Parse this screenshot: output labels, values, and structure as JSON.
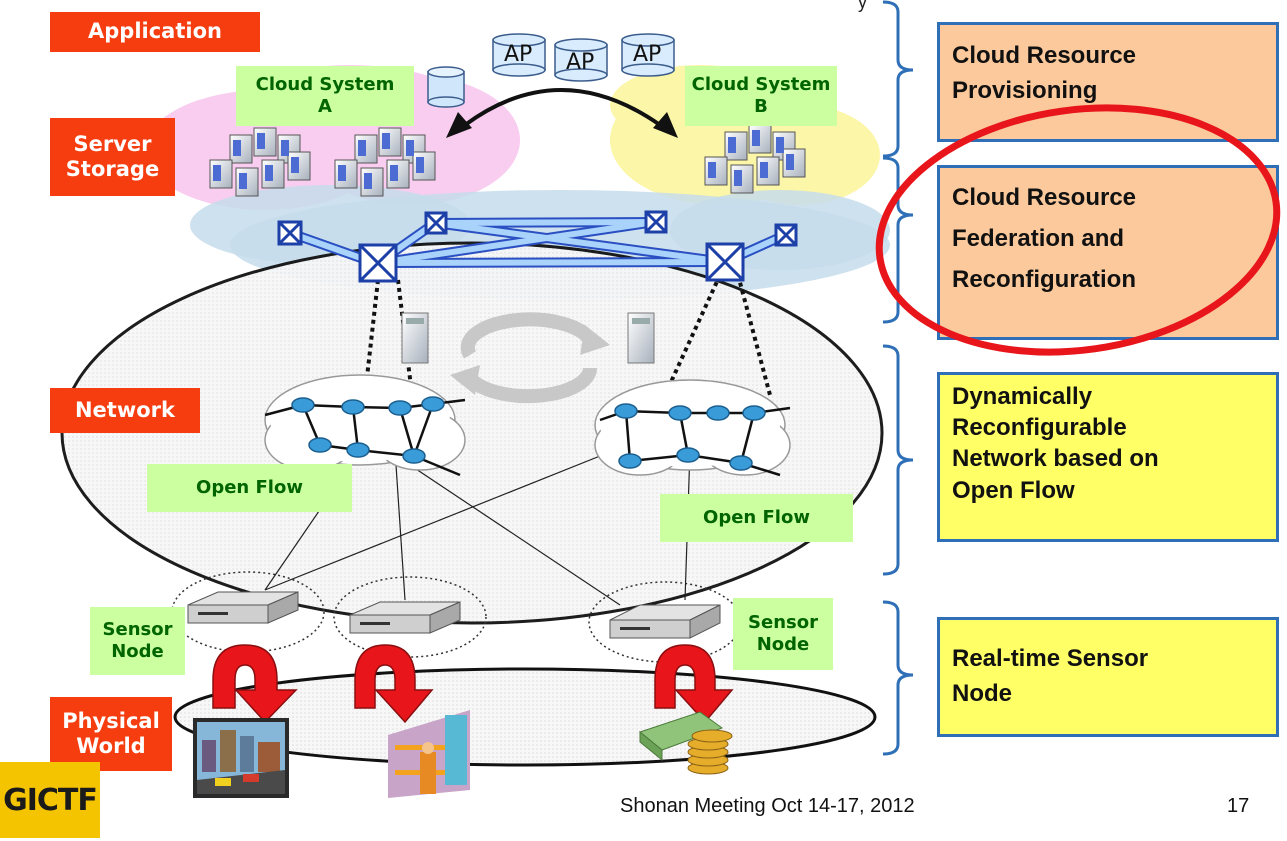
{
  "layers": {
    "application": "Application",
    "server_storage": "Server\nStorage",
    "network": "Network",
    "physical_world": "Physical\nWorld"
  },
  "clouds": {
    "a_label": "Cloud System\nA",
    "b_label": "Cloud System\nB"
  },
  "ap_labels": [
    "AP",
    "AP",
    "AP"
  ],
  "openflow": {
    "left": "Open Flow",
    "right": "Open Flow"
  },
  "sensor": {
    "left": "Sensor\nNode",
    "right": "Sensor\nNode"
  },
  "side_boxes": {
    "provisioning": "Cloud Resource\nProvisioning",
    "federation": "Cloud Resource\nFederation and\nReconfiguration",
    "network": "Dynamically\nReconfigurable\nNetwork based on\nOpen Flow",
    "sensor": "Real-time Sensor\nNode"
  },
  "top_fragment": "y",
  "footer": {
    "meeting": "Shonan Meeting Oct 14-17, 2012",
    "page": "17",
    "logo": "GICTF"
  },
  "colors": {
    "layer_label": "#f53d0f",
    "green_label": "#ccffa0",
    "orange_box": "#fbc99b",
    "yellow_box": "#ffff66",
    "box_border": "#2f6fb8",
    "highlight_ellipse": "#e8161b"
  }
}
